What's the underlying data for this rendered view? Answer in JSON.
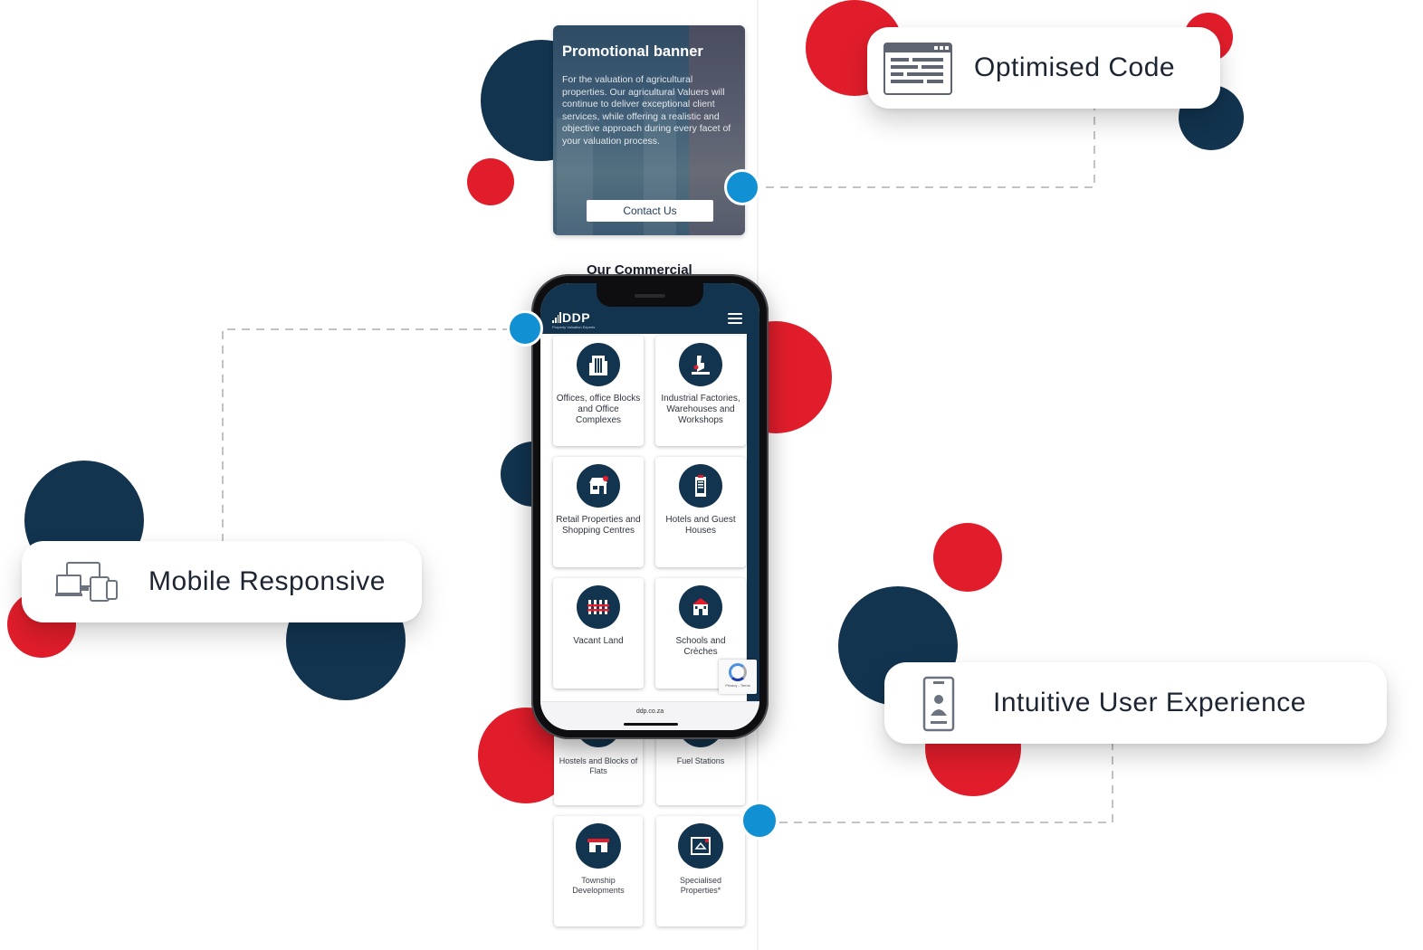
{
  "features": {
    "optimised_code": "Optimised Code",
    "mobile_responsive": "Mobile Responsive",
    "intuitive_ux": "Intuitive User Experience"
  },
  "banner": {
    "title": "Promotional banner",
    "text": "For the valuation of agricultural properties. Our agricultural Valuers will continue to deliver exceptional client services, while offering a realistic and objective approach during every facet of your valuation process.",
    "button": "Contact Us"
  },
  "section_heading": "Our Commercial",
  "phone": {
    "logo": "DDP",
    "logo_tagline": "Property Valuation Experts",
    "url": "ddp.co.za",
    "recaptcha": "Privacy - Terms",
    "cards": [
      {
        "label": "Offices, office Blocks and Office Complexes",
        "icon": "office-building-icon"
      },
      {
        "label": "Industrial Factories, Warehouses and Workshops",
        "icon": "factory-icon"
      },
      {
        "label": "Retail Properties and Shopping Centres",
        "icon": "store-icon"
      },
      {
        "label": "Hotels and Guest Houses",
        "icon": "hotel-icon"
      },
      {
        "label": "Vacant Land",
        "icon": "land-icon"
      },
      {
        "label": "Schools and Crèches",
        "icon": "school-icon"
      }
    ]
  },
  "background_cards": [
    {
      "label": "Hostels and Blocks of Flats"
    },
    {
      "label": "Fuel Stations"
    },
    {
      "label": "Township Developments"
    },
    {
      "label": "Specialised Properties*"
    }
  ],
  "colors": {
    "navy": "#12344f",
    "red": "#e11d2b",
    "blue": "#1190d4"
  }
}
